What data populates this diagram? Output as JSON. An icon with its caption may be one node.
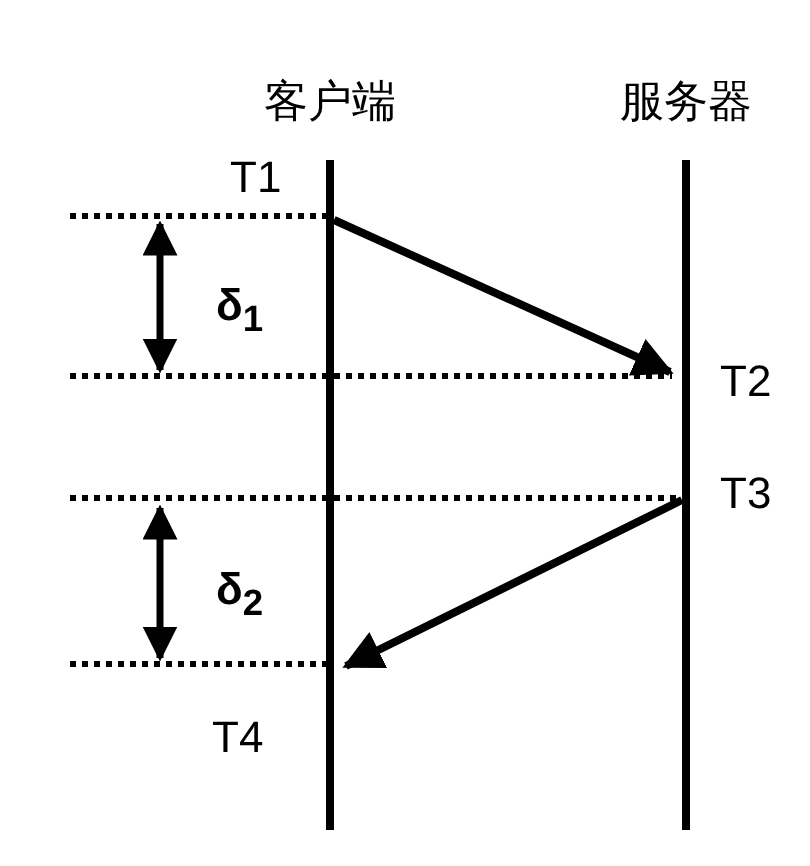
{
  "diagram": {
    "nodes": [
      {
        "text": [
          "客户端"
        ]
      },
      {
        "text": [
          "服务器"
        ]
      }
    ],
    "edges": [
      {
        "from": 0,
        "to": 1,
        "arrow": "to"
      },
      {
        "from": 1,
        "to": 0,
        "arrow": "to"
      }
    ],
    "labels": [
      "T1",
      "δ$_{1}$",
      "T2",
      "T3",
      "δ$_{2}$",
      "T4"
    ]
  }
}
